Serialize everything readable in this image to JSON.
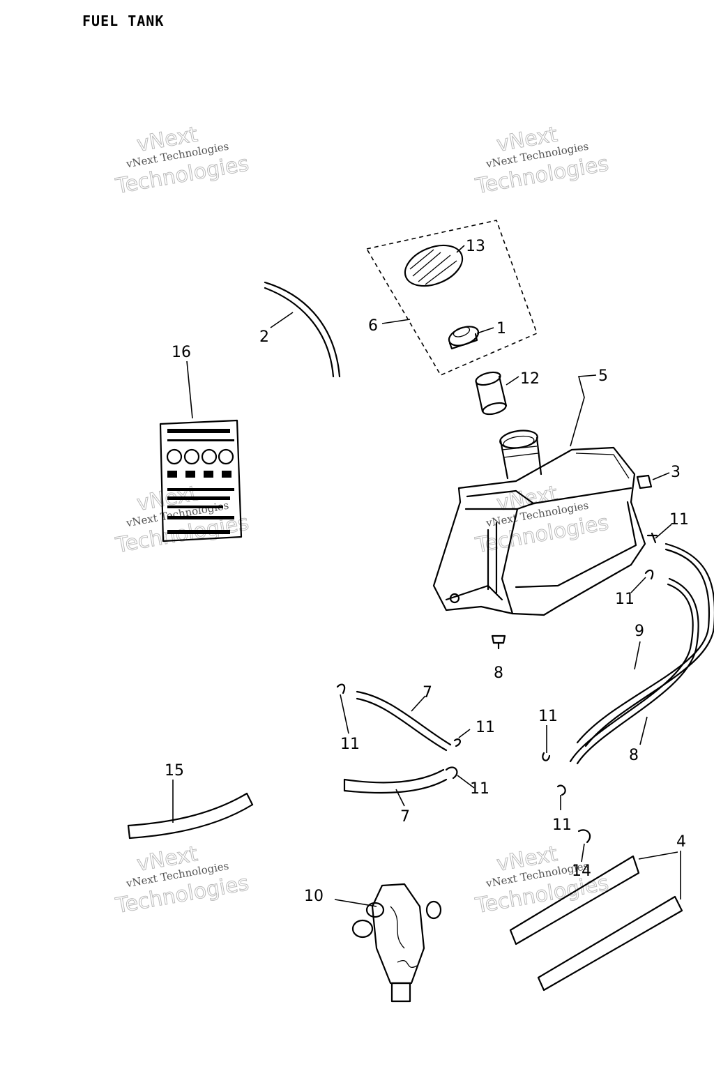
{
  "title": "FUEL TANK",
  "watermark": {
    "line_small": "vNext Technologies",
    "line_big_top": "vNext",
    "line_big_bottom": "Technologies",
    "color": "#9a9a9a"
  },
  "callouts": {
    "c1": "1",
    "c2": "2",
    "c3": "3",
    "c4": "4",
    "c5": "5",
    "c6": "6",
    "c7a": "7",
    "c7b": "7",
    "c8a": "8",
    "c8b": "8",
    "c9": "9",
    "c10": "10",
    "c11a": "11",
    "c11b": "11",
    "c11c": "11",
    "c11d": "11",
    "c11e": "11",
    "c11f": "11",
    "c11g": "11",
    "c12": "12",
    "c13": "13",
    "c14": "14",
    "c15": "15",
    "c16": "16"
  },
  "parts": [
    "fuel-cap",
    "breather-hose",
    "grommet",
    "tank-rubber-strip",
    "fuel-tank",
    "cap-assembly",
    "fuel-hose",
    "fuel-hose-long",
    "vent-hose",
    "fuel-cock",
    "hose-clip",
    "filler-neck",
    "cap-seal",
    "clip",
    "hose",
    "warning-label"
  ]
}
